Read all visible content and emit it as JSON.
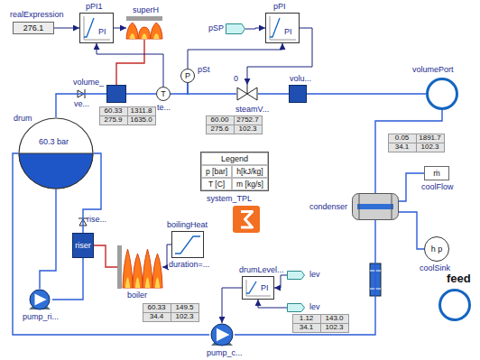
{
  "diagram": {
    "nodes": [
      {
        "text": [
          "realExpression",
          "276.1"
        ]
      },
      {
        "text": [
          "pPI1",
          "PI"
        ]
      },
      {
        "text": [
          "superH"
        ]
      },
      {
        "text": [
          "volume_"
        ]
      },
      {
        "text": [
          "T",
          "te..."
        ]
      },
      {
        "text": [
          "P",
          "pSt"
        ]
      },
      {
        "text": [
          "pSP"
        ]
      },
      {
        "text": [
          "pPI",
          "PI"
        ]
      },
      {
        "text": [
          "0",
          "steamV..."
        ]
      },
      {
        "text": [
          "volu..."
        ]
      },
      {
        "text": [
          "volumePort"
        ]
      },
      {
        "text": [
          "drum",
          "60.3 bar"
        ]
      },
      {
        "text": [
          "riser"
        ]
      },
      {
        "text": [
          "boiler"
        ]
      },
      {
        "text": [
          "boilingHeat",
          "duration=..."
        ]
      },
      {
        "text": [
          "pump_ri..."
        ]
      },
      {
        "text": [
          "pump_c..."
        ]
      },
      {
        "text": [
          "drumLevel...",
          "PI"
        ]
      },
      {
        "text": [
          "lev"
        ]
      },
      {
        "text": [
          "lev"
        ]
      },
      {
        "text": [
          "condenser"
        ]
      },
      {
        "text": [
          "ṁ",
          "coolFlow"
        ]
      },
      {
        "text": [
          "h p",
          "coolSink"
        ]
      },
      {
        "text": [
          "feed"
        ]
      },
      {
        "text": [
          "Legend",
          "p [bar]",
          "h[kJ/kg]",
          "T [C]",
          "m [kg/s]"
        ]
      },
      {
        "text": [
          "system_TPL"
        ]
      }
    ],
    "edges": [
      {
        "from": 0,
        "to": 1,
        "arrow": "to"
      },
      {
        "from": 1,
        "to": 2,
        "arrow": "to"
      },
      {
        "from": 2,
        "to": 3,
        "arrow": "none"
      },
      {
        "from": 4,
        "to": 1,
        "arrow": "to"
      },
      {
        "from": 6,
        "to": 7,
        "arrow": "to"
      },
      {
        "from": 5,
        "to": 7,
        "arrow": "to"
      },
      {
        "from": 7,
        "to": 8,
        "arrow": "to"
      },
      {
        "from": 11,
        "to": 3,
        "arrow": "none"
      },
      {
        "from": 3,
        "to": 4,
        "arrow": "none"
      },
      {
        "from": 4,
        "to": 5,
        "arrow": "none"
      },
      {
        "from": 5,
        "to": 8,
        "arrow": "none"
      },
      {
        "from": 8,
        "to": 9,
        "arrow": "none"
      },
      {
        "from": 9,
        "to": 10,
        "arrow": "none"
      },
      {
        "from": 10,
        "to": 20,
        "arrow": "none"
      },
      {
        "from": 21,
        "to": 20,
        "arrow": "none"
      },
      {
        "from": 20,
        "to": 22,
        "arrow": "none"
      },
      {
        "from": 20,
        "to": 16,
        "arrow": "none"
      },
      {
        "from": 16,
        "to": 11,
        "arrow": "none"
      },
      {
        "from": 11,
        "to": 15,
        "arrow": "none"
      },
      {
        "from": 15,
        "to": 12,
        "arrow": "none"
      },
      {
        "from": 12,
        "to": 11,
        "arrow": "none"
      },
      {
        "from": 14,
        "to": 13,
        "arrow": "to"
      },
      {
        "from": 13,
        "to": 12,
        "arrow": "none"
      },
      {
        "from": 17,
        "to": 16,
        "arrow": "to"
      },
      {
        "from": 18,
        "to": 17,
        "arrow": "to"
      },
      {
        "from": 19,
        "to": 17,
        "arrow": "to"
      }
    ],
    "labels": [
      "60.00",
      "2752.7",
      "275.6",
      "102.3",
      "60.33",
      "1311.8",
      "275.9",
      "1635.0",
      "60.33",
      "149.5",
      "34.4",
      "102.3",
      "1.12",
      "143.0",
      "34.1",
      "102.3",
      "0.05",
      "1891.7",
      "34.1",
      "102.3",
      "ve...",
      "rise..."
    ]
  }
}
